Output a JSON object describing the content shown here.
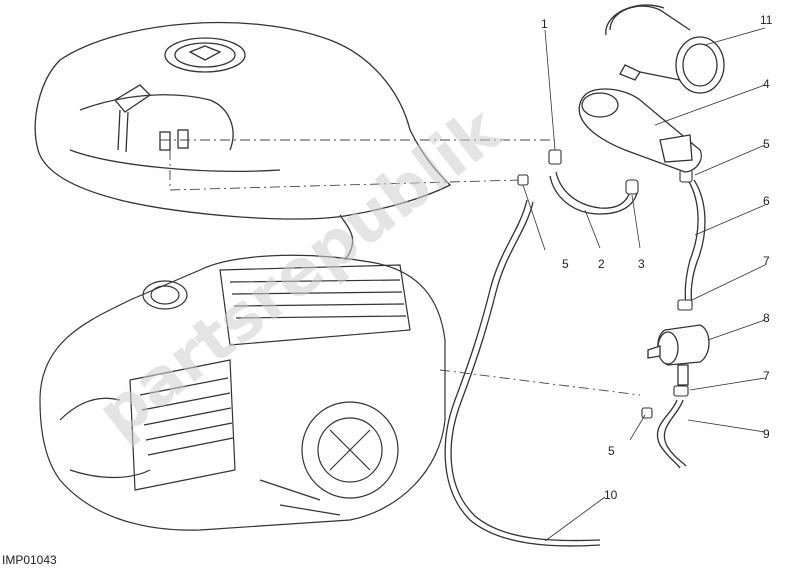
{
  "watermark": "partsrepublik",
  "drawing_code": "IMP01043",
  "callouts": [
    "1",
    "2",
    "3",
    "4",
    "5",
    "5",
    "5",
    "6",
    "7",
    "7",
    "8",
    "9",
    "10",
    "11"
  ],
  "colors": {
    "line": "#333333",
    "watermark": "#cfcfcf",
    "background": "#ffffff"
  }
}
